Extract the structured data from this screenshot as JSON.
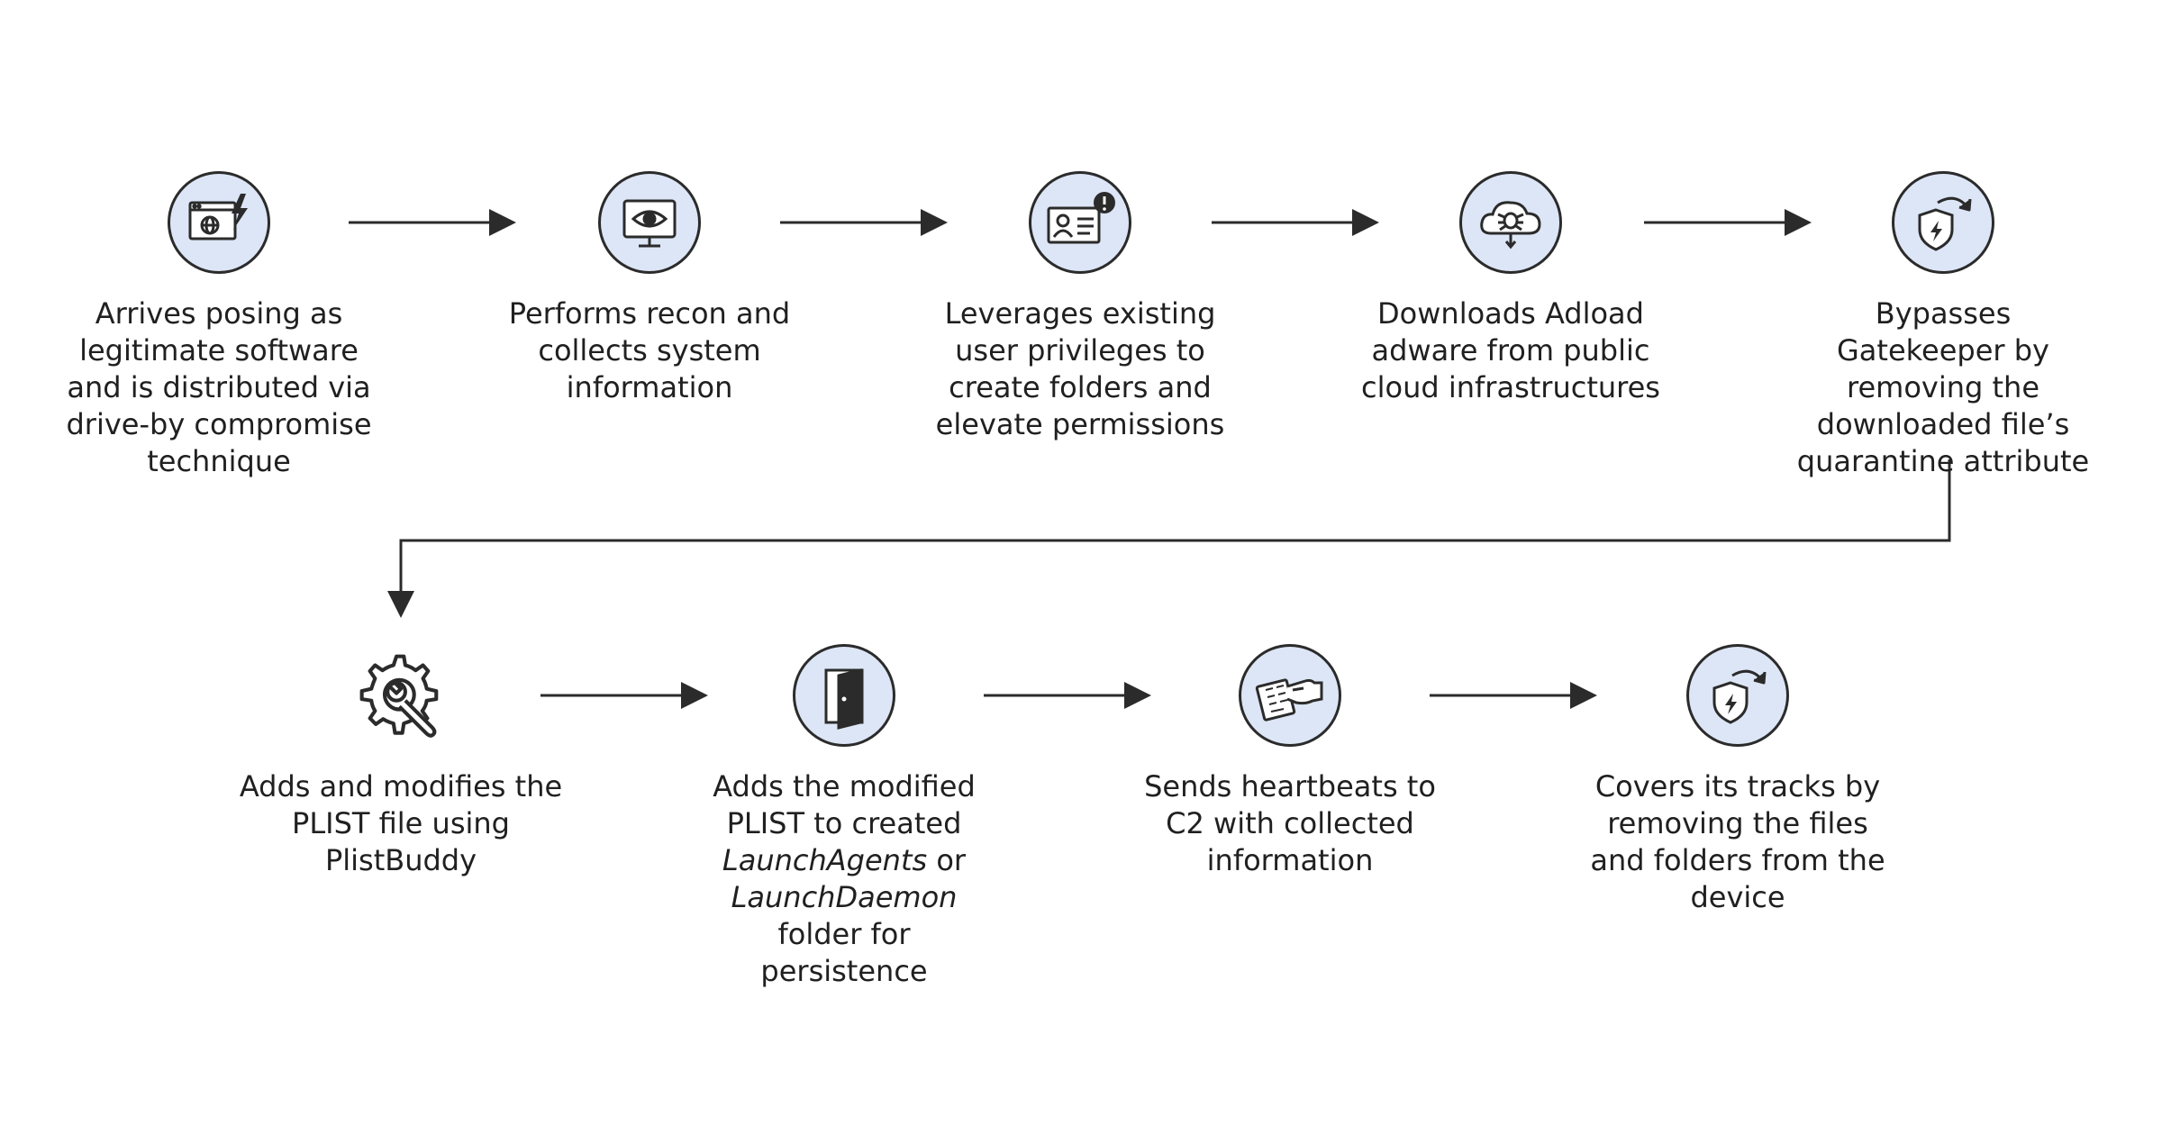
{
  "colors": {
    "circle_fill": "#dde6f6",
    "stroke": "#2b2b2b",
    "text": "#202020"
  },
  "steps": [
    {
      "icon": "browser-lightning-icon",
      "text": "Arrives posing as legitimate software and is distributed via drive-by compromise technique"
    },
    {
      "icon": "monitor-eye-icon",
      "text": "Performs recon and collects system information"
    },
    {
      "icon": "id-card-alert-icon",
      "text": "Leverages existing user privileges to create folders and elevate permissions"
    },
    {
      "icon": "cloud-bug-download-icon",
      "text": "Downloads Adload adware from public cloud infrastructures"
    },
    {
      "icon": "shield-refresh-icon",
      "text": "Bypasses Gatekeeper by removing the downloaded file’s quarantine attribute"
    },
    {
      "icon": "gear-wrench-icon",
      "text": "Adds and modifies the PLIST file using PlistBuddy"
    },
    {
      "icon": "open-door-icon",
      "text_a": "Adds the modified PLIST to created",
      "text_b": "LaunchAgents",
      "text_c": "or",
      "text_d": "LaunchDaemon",
      "text_e": "folder for persistence"
    },
    {
      "icon": "hand-data-card-icon",
      "text": "Sends heartbeats to C2 with collected information"
    },
    {
      "icon": "shield-refresh-icon",
      "text": "Covers its tracks by removing the files and folders from the device"
    }
  ]
}
